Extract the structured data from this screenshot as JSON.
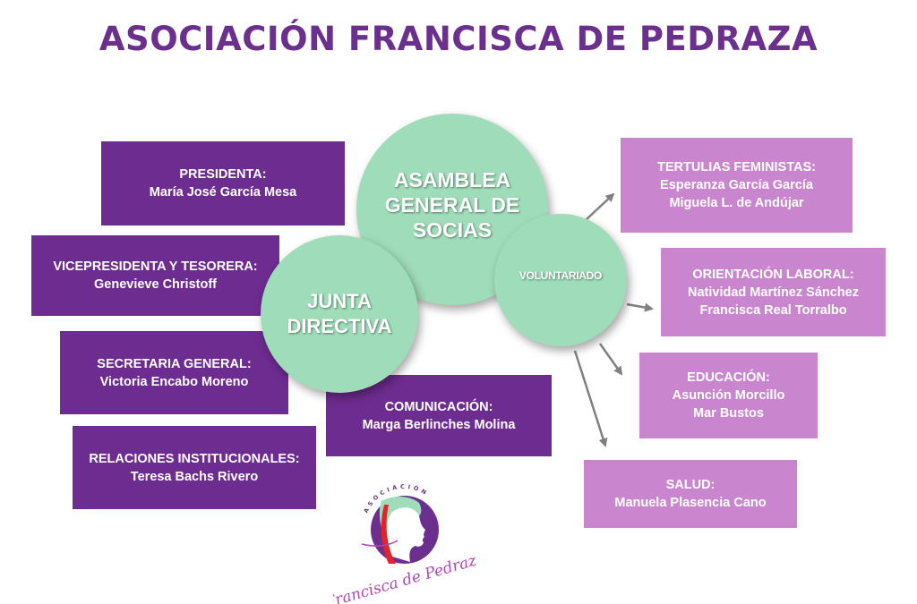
{
  "title": "ASOCIACIÓN FRANCISCA DE PEDRAZA",
  "circles": {
    "asamblea": "ASAMBLEA GENERAL DE SOCIAS",
    "junta": "JUNTA DIRECTIVA",
    "voluntariado": "VOLUNTARIADO"
  },
  "junta_roles": [
    {
      "role": "PRESIDENTA:",
      "name": "María José García Mesa"
    },
    {
      "role": "VICEPRESIDENTA Y TESORERA:",
      "name": "Genevieve Christoff"
    },
    {
      "role": "SECRETARIA GENERAL:",
      "name": "Victoria Encabo Moreno"
    },
    {
      "role": "RELACIONES INSTITUCIONALES:",
      "name": "Teresa Bachs Rivero"
    },
    {
      "role": "COMUNICACIÓN:",
      "name": "Marga Berlinches Molina"
    }
  ],
  "voluntariado_areas": [
    {
      "area": "TERTULIAS FEMINISTAS:",
      "names": [
        "Esperanza García García",
        "Miguela L. de Andújar"
      ]
    },
    {
      "area": "ORIENTACIÓN LABORAL:",
      "names": [
        "Natividad Martínez Sánchez",
        "Francisca Real Torralbo"
      ]
    },
    {
      "area": "EDUCACIÓN:",
      "names": [
        "Asunción Morcillo",
        "Mar Bustos"
      ]
    },
    {
      "area": "SALUD:",
      "names": [
        "Manuela Plasencia Cano"
      ]
    }
  ],
  "logo": {
    "top_text": "ASOCIACIÓN",
    "script_text": "Francisca de Pedraza",
    "colors": {
      "purple": "#6b2f8e",
      "red": "#e2232a",
      "mint": "#9fdcb9",
      "pink": "#b048b5"
    }
  },
  "colors": {
    "title": "#6b2f8e",
    "dark_box": "#6d2c8f",
    "light_box": "#c986cf",
    "circle": "#9fdcb9",
    "arrow": "#808080"
  }
}
